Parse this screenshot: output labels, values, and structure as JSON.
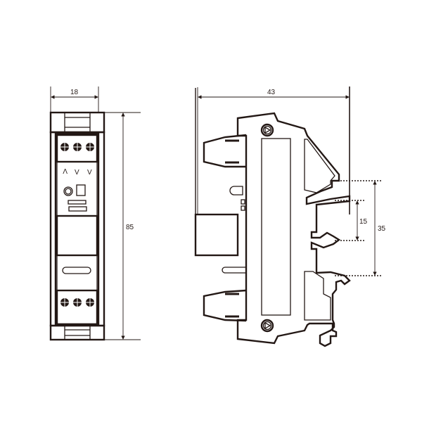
{
  "front_view": {
    "width_label": "18",
    "height_label": "85"
  },
  "side_view": {
    "depth_label": "43",
    "rail_inner_label": "15",
    "rail_outer_label": "35"
  }
}
